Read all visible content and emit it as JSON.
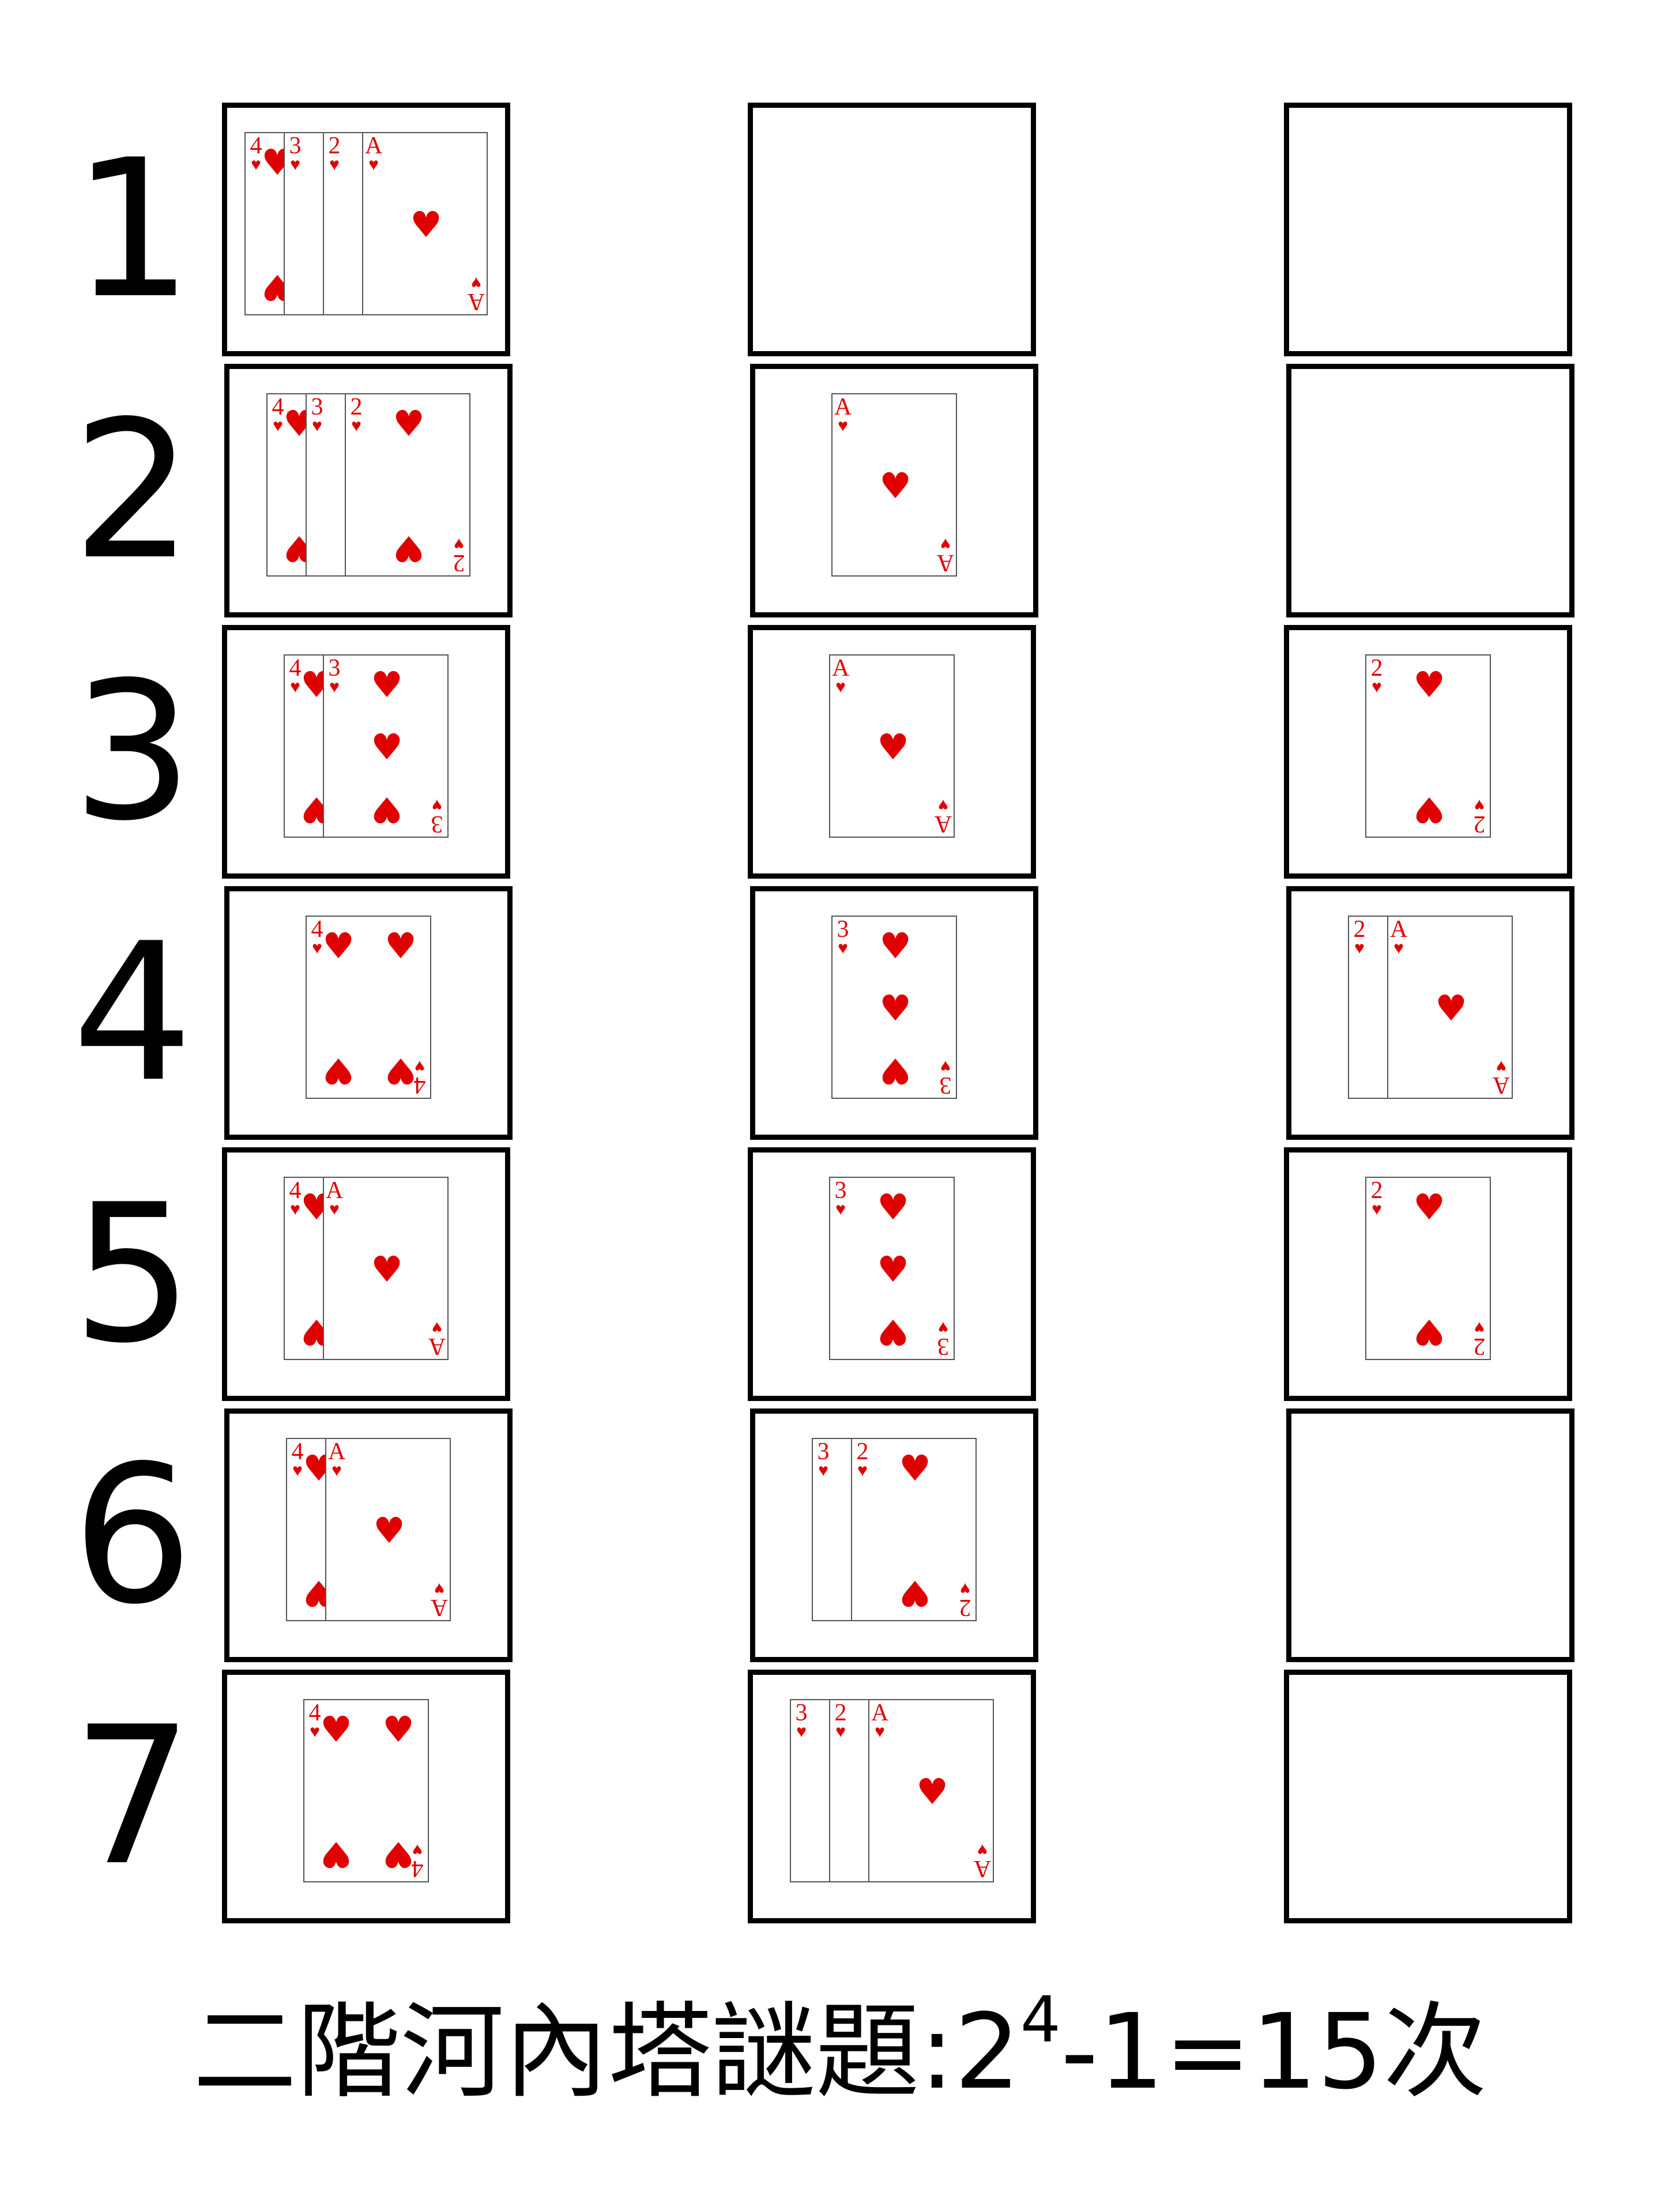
{
  "steps": [
    "1",
    "2",
    "3",
    "4",
    "5",
    "6",
    "7"
  ],
  "suit_symbol": "♥",
  "card_color": "#e00000",
  "rows": [
    [
      [
        "4",
        "3",
        "2",
        "A"
      ],
      [],
      []
    ],
    [
      [
        "4",
        "3",
        "2"
      ],
      [
        "A"
      ],
      []
    ],
    [
      [
        "4",
        "3"
      ],
      [
        "A"
      ],
      [
        "2"
      ]
    ],
    [
      [
        "4"
      ],
      [
        "3"
      ],
      [
        "2",
        "A"
      ]
    ],
    [
      [
        "4",
        "A"
      ],
      [
        "3"
      ],
      [
        "2"
      ]
    ],
    [
      [
        "4",
        "A"
      ],
      [
        "3",
        "2"
      ],
      []
    ],
    [
      [
        "4"
      ],
      [
        "3",
        "2",
        "A"
      ],
      []
    ]
  ],
  "title": {
    "prefix": "二階河內塔謎題:2",
    "exponent": "4",
    "suffix": "-1=15次"
  }
}
